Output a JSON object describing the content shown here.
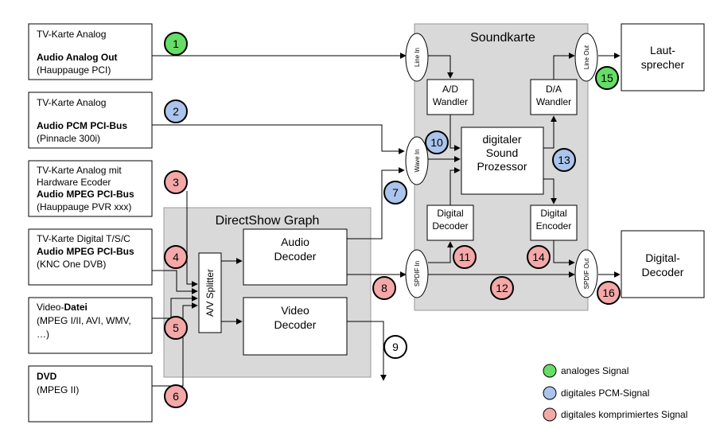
{
  "sources": {
    "s1": {
      "line1": "TV-Karte Analog",
      "line2": "Audio Analog Out",
      "line3": "(Hauppauge PCI)"
    },
    "s2": {
      "line1": "TV-Karte Analog",
      "line2": "Audio PCM PCI-Bus",
      "line3": "(Pinnacle 300i)"
    },
    "s3": {
      "line1": "TV-Karte Analog mit",
      "line2": "Hardware Ecoder",
      "line3": "Audio MPEG PCI-Bus",
      "line4": "(Hauppauge PVR xxx)"
    },
    "s4": {
      "line1": "TV-Karte Digital T/S/C",
      "line2": "Audio MPEG PCI-Bus",
      "line3": "(KNC One DVB)"
    },
    "s5": {
      "line1a": "Video-",
      "line1b": "Datei",
      "line2": "(MPEG I/II, AVI, WMV,",
      "line3": "…)"
    },
    "s6": {
      "line1": "DVD",
      "line2": "(MPEG II)"
    }
  },
  "directshow": {
    "title": "DirectShow Graph",
    "splitter": "A/V Splitter",
    "audio_decoder": {
      "line1": "Audio",
      "line2": "Decoder"
    },
    "video_decoder": {
      "line1": "Video",
      "line2": "Decoder"
    }
  },
  "soundcard": {
    "title": "Soundkarte",
    "ad": {
      "line1": "A/D",
      "line2": "Wandler"
    },
    "da": {
      "line1": "D/A",
      "line2": "Wandler"
    },
    "dsp": {
      "line1": "digitaler",
      "line2": "Sound",
      "line3": "Prozessor"
    },
    "digdec": {
      "line1": "Digital",
      "line2": "Decoder"
    },
    "digenc": {
      "line1": "Digital",
      "line2": "Encoder"
    },
    "ports": {
      "line_in": "Line In",
      "wave_in": "Wave In",
      "spdif_in": "SPDIF In",
      "line_out": "Line Out",
      "spdif_out": "SPDIF Out"
    }
  },
  "outputs": {
    "speaker": {
      "line1": "Laut-",
      "line2": "sprecher"
    },
    "decoder": {
      "line1": "Digital-",
      "line2": "Decoder"
    }
  },
  "markers": [
    {
      "n": "1",
      "kind": "analog"
    },
    {
      "n": "2",
      "kind": "pcm"
    },
    {
      "n": "3",
      "kind": "compressed"
    },
    {
      "n": "4",
      "kind": "compressed"
    },
    {
      "n": "5",
      "kind": "compressed"
    },
    {
      "n": "6",
      "kind": "compressed"
    },
    {
      "n": "7",
      "kind": "pcm"
    },
    {
      "n": "8",
      "kind": "compressed"
    },
    {
      "n": "9",
      "kind": "none"
    },
    {
      "n": "10",
      "kind": "pcm"
    },
    {
      "n": "11",
      "kind": "compressed"
    },
    {
      "n": "12",
      "kind": "compressed"
    },
    {
      "n": "13",
      "kind": "pcm"
    },
    {
      "n": "14",
      "kind": "compressed"
    },
    {
      "n": "15",
      "kind": "analog"
    },
    {
      "n": "16",
      "kind": "compressed"
    }
  ],
  "legend": [
    {
      "label": "analoges Signal",
      "color": "#66dd66"
    },
    {
      "label": "digitales PCM-Signal",
      "color": "#aac4ec"
    },
    {
      "label": "digitales komprimiertes Signal",
      "color": "#f4a8a8"
    }
  ],
  "colors": {
    "analog": "#66dd66",
    "pcm": "#aac4ec",
    "compressed": "#f4a8a8",
    "none": "#ffffff",
    "panel": "#d9d9d9"
  }
}
